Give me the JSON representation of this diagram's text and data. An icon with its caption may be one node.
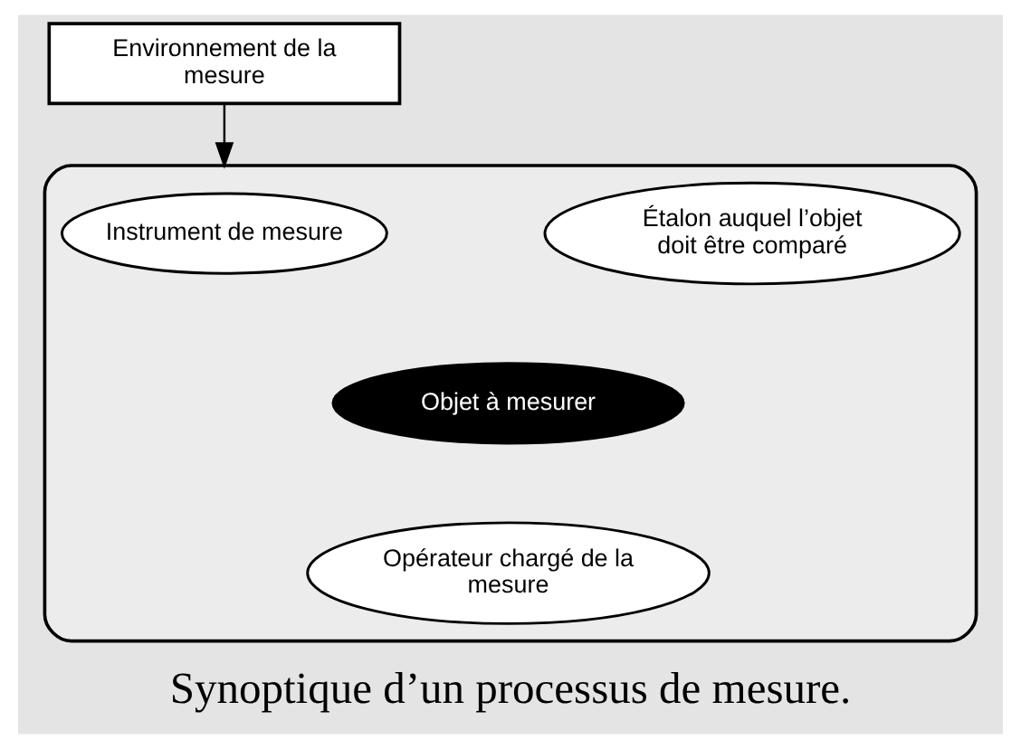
{
  "diagram": {
    "caption": "Synoptique d’un processus de mesure.",
    "nodes": [
      {
        "text": [
          "Environnement de la mesure"
        ]
      },
      {
        "text": [],
        "shape": "ellipse"
      },
      {
        "text": [
          "Instrument de mesure"
        ],
        "in": 1
      },
      {
        "text": [
          "Étalon auquel l’objet doit être comparé"
        ],
        "in": 1
      },
      {
        "text": [
          "Objet à mesurer"
        ],
        "in": 1
      },
      {
        "text": [
          "Opérateur chargé de la mesure"
        ],
        "in": 1
      }
    ],
    "edges": [
      {
        "from": 0,
        "to": 1,
        "arrow": "to"
      }
    ]
  }
}
